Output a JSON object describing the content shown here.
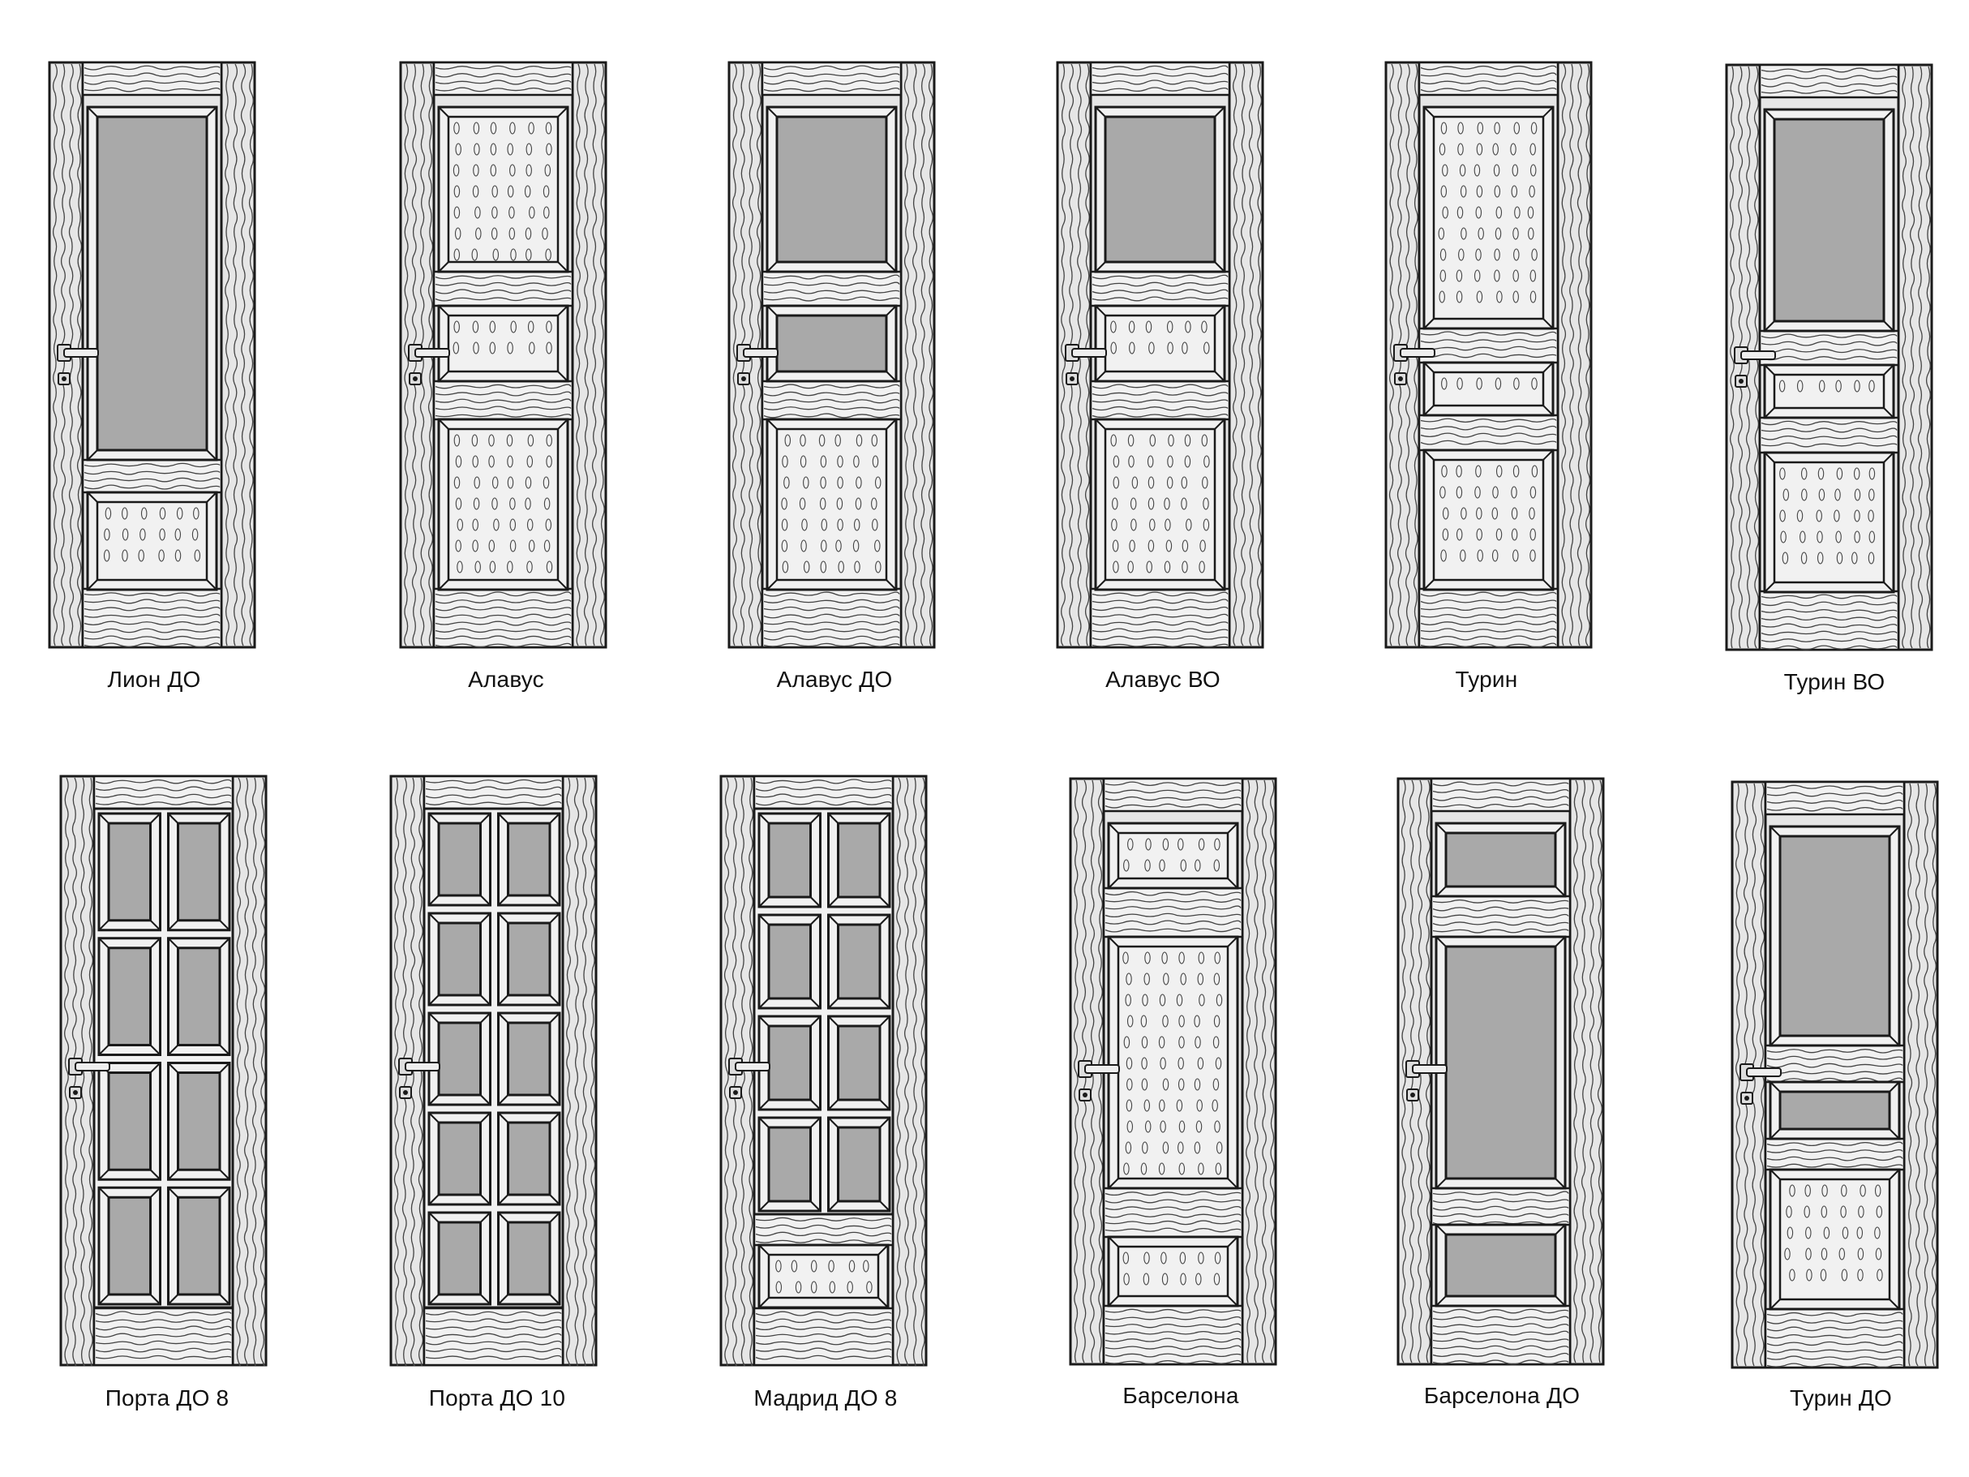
{
  "colors": {
    "frame": "#e6e6e6",
    "wood": "#f1f1f1",
    "glass": "#a9a9a9",
    "line": "#1a1a1a",
    "grain": "#444444",
    "background": "#ffffff"
  },
  "doors": [
    {
      "name": "Лион ДО",
      "type": "lion-do"
    },
    {
      "name": "Алавус",
      "type": "alavus"
    },
    {
      "name": "Алавус ДО",
      "type": "alavus-do"
    },
    {
      "name": "Алавус ВО",
      "type": "alavus-vo"
    },
    {
      "name": "Турин",
      "type": "turin"
    },
    {
      "name": "Турин ВО",
      "type": "turin-vo"
    },
    {
      "name": "Порта ДО 8",
      "type": "porta-do-8"
    },
    {
      "name": "Порта ДО 10",
      "type": "porta-do-10"
    },
    {
      "name": "Мадрид ДО 8",
      "type": "madrid-do-8"
    },
    {
      "name": "Барселона",
      "type": "barcelona"
    },
    {
      "name": "Барселона ДО",
      "type": "barcelona-do"
    },
    {
      "name": "Турин ДО",
      "type": "turin-do"
    }
  ]
}
